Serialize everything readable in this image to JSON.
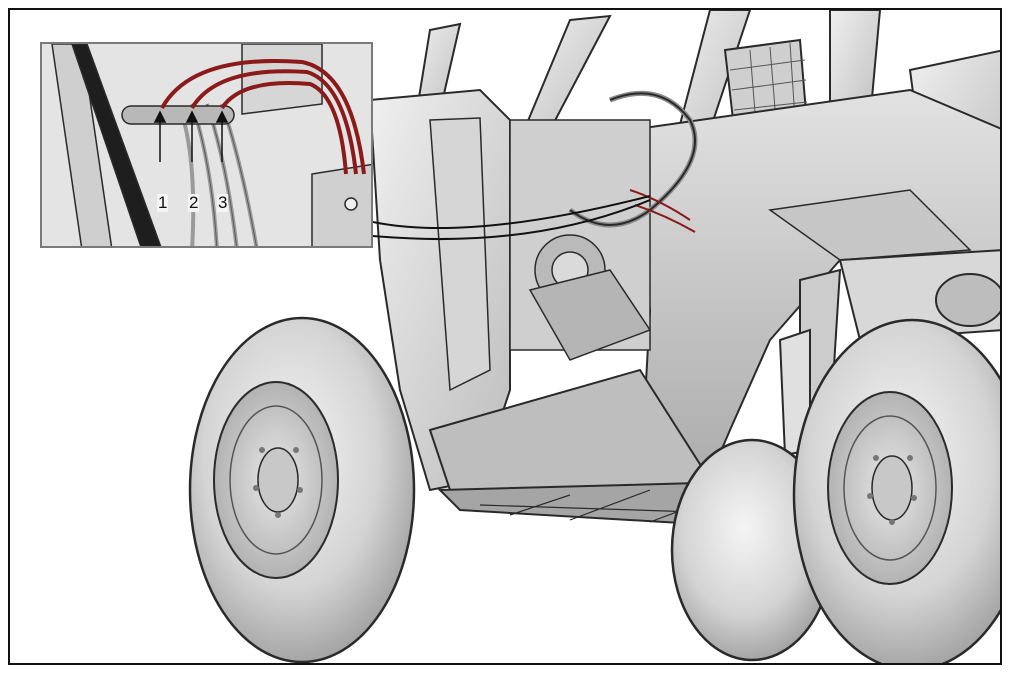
{
  "figure": {
    "callouts": [
      "1",
      "2",
      "3"
    ],
    "colors": {
      "frame_border": "#111111",
      "cable": "#8b1a1a",
      "line_art": "#2a2a2a",
      "shade_light": "#ededed",
      "shade_dark": "#9a9a9a"
    }
  }
}
